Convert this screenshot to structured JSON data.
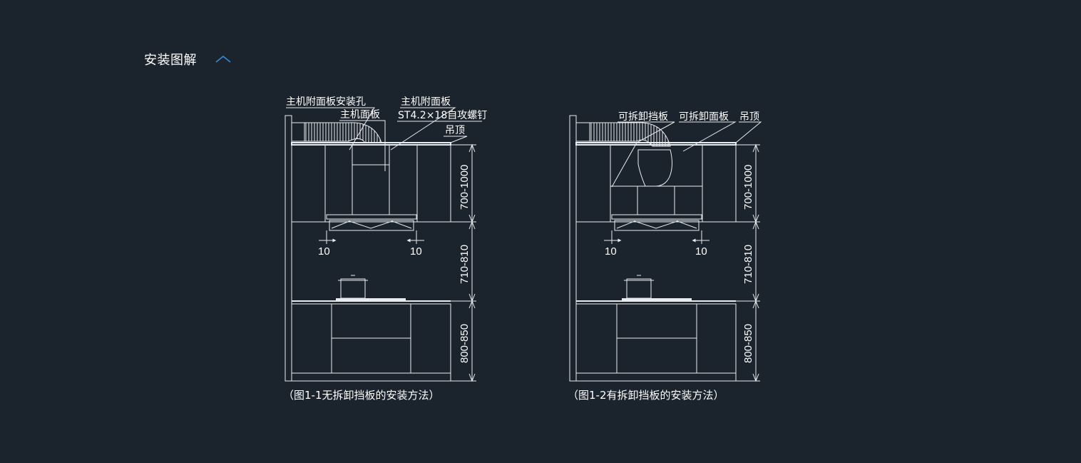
{
  "header": {
    "title": "安装图解",
    "toggle_icon": "chevron-up-icon",
    "accent_color": "#2e8fd6"
  },
  "figures": [
    {
      "caption": "（图1-1无拆卸挡板的安装方法）",
      "labels": {
        "panel_hole": "主机附面板安装孔",
        "main_panel": "主机面板",
        "attached_panel": "主机附面板",
        "screw": "ST4.2×18自攻螺钉",
        "ceiling": "吊顶"
      },
      "dims": {
        "upper": "700-1000",
        "middle": "710-810",
        "lower": "800-850",
        "gap_left": "10",
        "gap_right": "10"
      }
    },
    {
      "caption": "（图1-2有拆卸挡板的安装方法）",
      "labels": {
        "removable_baffle": "可拆卸挡板",
        "removable_panel": "可拆卸面板",
        "ceiling": "吊顶"
      },
      "dims": {
        "upper": "700-1000",
        "middle": "710-810",
        "lower": "800-850",
        "gap_left": "10",
        "gap_right": "10"
      }
    }
  ]
}
